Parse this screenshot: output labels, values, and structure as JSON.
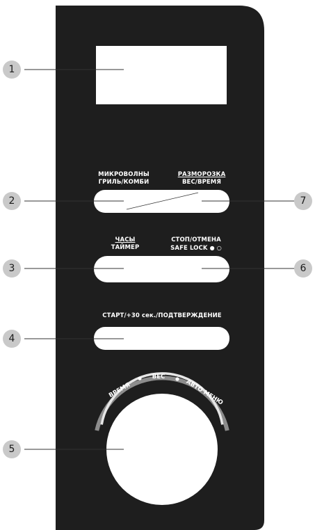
{
  "callouts": [
    "1",
    "2",
    "3",
    "4",
    "5",
    "6",
    "7"
  ],
  "buttons": {
    "mode": {
      "line1": "МИКРОВОЛНЫ",
      "line2": "ГРИЛЬ/КОМБИ"
    },
    "defrost": {
      "line1": "РАЗМОРОЗКА",
      "line2": "ВЕС/ВРЕМЯ"
    },
    "clock": {
      "line1": "ЧАСЫ",
      "line2": "ТАЙМЕР"
    },
    "stop": {
      "line1": "СТОП/ОТМЕНА",
      "line2": "SAFE LOCK"
    },
    "start": {
      "line1": "СТАРТ/+30 сек./ПОДТВЕРЖДЕНИЕ"
    }
  },
  "dial": {
    "left": "ВРЕМЯ",
    "center": "ВЕС",
    "right": "АВТО МЕНЮ"
  },
  "colors": {
    "panel": "#1e1e1e",
    "callout": "#c9c9c9",
    "button": "#ffffff",
    "line": "#333333"
  }
}
